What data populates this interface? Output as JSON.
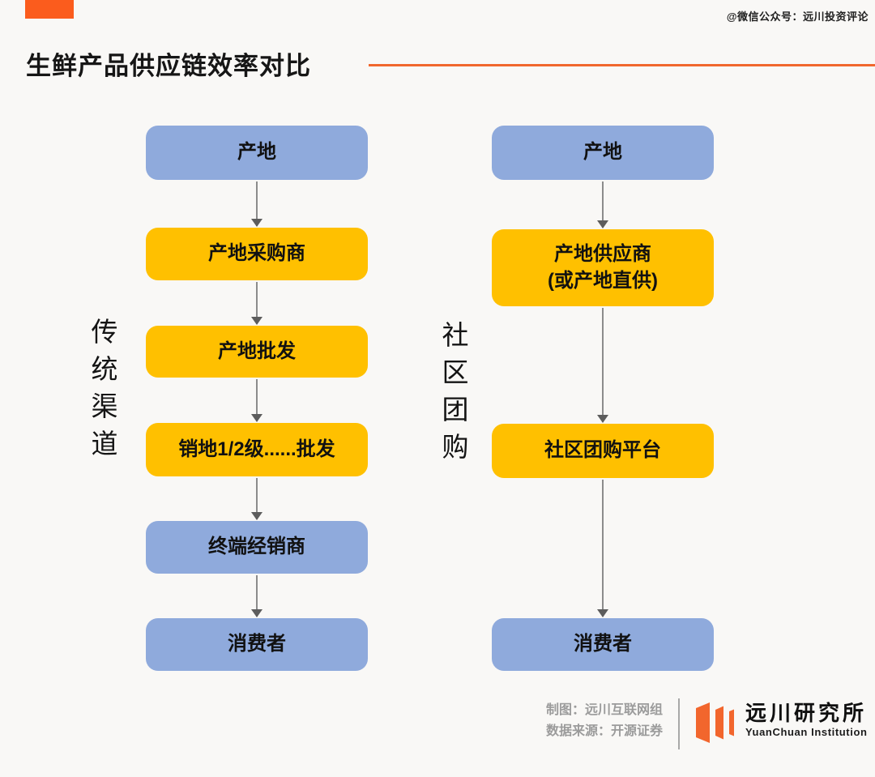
{
  "colors": {
    "background": "#f9f8f6",
    "accent_orange": "#fb5c1d",
    "title_line_orange": "#f1672e",
    "node_blue": "#8faadc",
    "node_yellow": "#ffc000",
    "arrow_gray": "#8c8c8c",
    "footer_text_gray": "#9b9b9b",
    "logo_orange": "#f2662d"
  },
  "header": {
    "title": "生鲜产品供应链效率对比",
    "watermark": "@微信公众号：远川投资评论"
  },
  "diagram": {
    "left_column": {
      "label": "传统渠道",
      "nodes": [
        {
          "label": "产地",
          "type": "blue"
        },
        {
          "label": "产地采购商",
          "type": "yellow"
        },
        {
          "label": "产地批发",
          "type": "yellow"
        },
        {
          "label": "销地1/2级......批发",
          "type": "yellow"
        },
        {
          "label": "终端经销商",
          "type": "blue"
        },
        {
          "label": "消费者",
          "type": "blue"
        }
      ]
    },
    "right_column": {
      "label": "社区团购",
      "nodes": [
        {
          "label": "产地",
          "type": "blue"
        },
        {
          "label": "产地供应商\n(或产地直供)",
          "type": "yellow"
        },
        {
          "label": "社区团购平台",
          "type": "yellow"
        },
        {
          "label": "消费者",
          "type": "blue"
        }
      ]
    }
  },
  "footer": {
    "credit_line1": "制图：远川互联网组",
    "credit_line2": "数据来源：开源证券",
    "logo_cn": "远川研究所",
    "logo_en": "YuanChuan Institution"
  }
}
